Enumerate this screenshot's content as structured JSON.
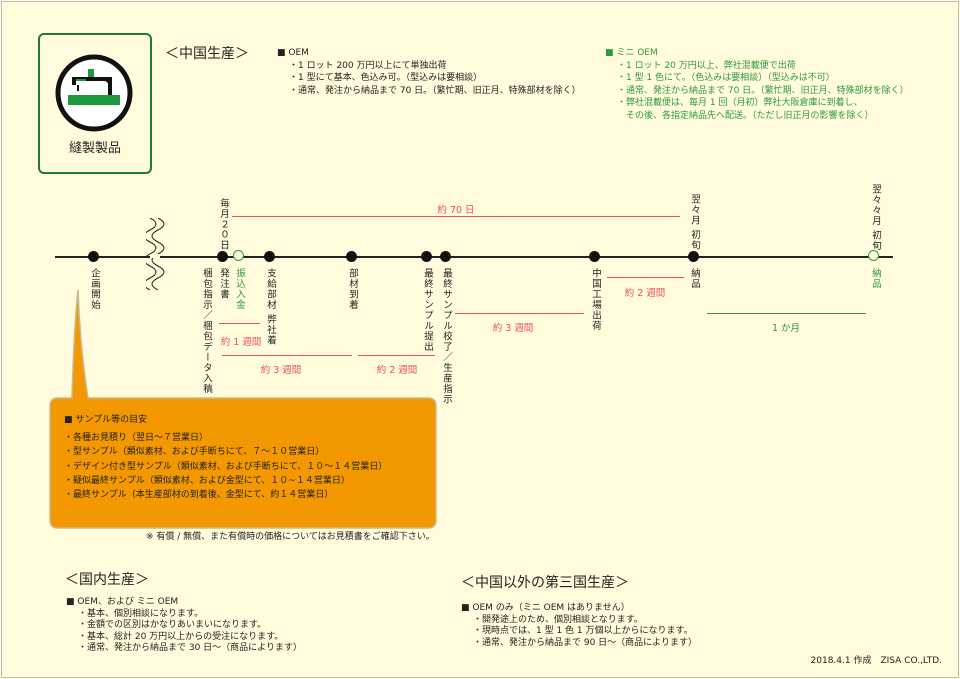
{
  "logo": {
    "label": "縫製製品"
  },
  "china": {
    "heading": "＜中国生産＞",
    "oem": {
      "title": "■ OEM",
      "items": [
        "・1 ロット 200 万円以上にて単独出荷",
        "・1 型にて基本、色込み可。（型込みは要相談）",
        "・通常、発注から納品まで 70 日。（繁忙期、旧正月、特殊部材を除く）"
      ]
    },
    "mini_oem": {
      "title": "■ ミニ OEM",
      "items": [
        "・1 ロット 20 万円以上、弊社混載便で出荷",
        "・1 型 1 色にて。（色込みは要相談）（型込みは不可）",
        "・通常、発注から納品まで 70 日。（繁忙期、旧正月、特殊部材を除く）",
        "・弊社混載便は、毎月 1 回（月初）弊社大阪倉庫に到着し、",
        "　その後、各指定納品先へ配送。（ただし旧正月の影響を除く）"
      ]
    }
  },
  "timeline": {
    "above": {
      "monthly20": "毎月２０日",
      "next2": "翌々月 初旬",
      "next3": "翌々々月 初旬"
    },
    "milestones": {
      "plan": "企画開始",
      "packing": "梱包指示／梱包データ入稿",
      "order": "発注書",
      "payment": "振込入金",
      "supply": "支給部材 弊社着",
      "parts": "部材到着",
      "final_submit": "最終サンプル提出",
      "final_ok": "最終サンプル校了／生産指示",
      "factory": "中国工場出荷",
      "delivery": "納品",
      "delivery_mini": "納品"
    },
    "spans": {
      "d70": "約 70 日",
      "w1": "約 1 週間",
      "w3a": "約 3 週間",
      "w2a": "約 2 週間",
      "w3b": "約 3 週間",
      "w2b": "約 2 週間",
      "m1": "1 か月"
    }
  },
  "sample": {
    "title": "■ サンプル等の目安",
    "items": [
      "・各種お見積り（翌日〜７営業日）",
      "・型サンプル（類似素材、および手断ちにて、７〜１０営業日）",
      "・デザイン付き型サンプル（類似素材、および手断ちにて、１０〜１４営業日）",
      "・疑似最終サンプル（類似素材、および金型にて、１０~１４営業日）",
      "・最終サンプル（本生産部材の到着後、金型にて、約１４営業日）"
    ],
    "note": "※ 有償 / 無償、また有償時の価格についてはお見積書をご確認下さい。"
  },
  "domestic": {
    "heading": "＜国内生産＞",
    "title": "■ OEM、および ミニ OEM",
    "items": [
      "・基本、個別相談になります。",
      "・金額での区別はかなりあいまいになります。",
      "・基本、総計 20 万円以上からの受注になります。",
      "・通常、発注から納品まで 30 日〜（商品によります）"
    ]
  },
  "third": {
    "heading": "＜中国以外の第三国生産＞",
    "title": "■ OEM のみ（ミニ OEM はありません）",
    "items": [
      "・開発途上のため、個別相談となります。",
      "・現時点では、1 型 1 色 1 万個以上からになります。",
      "・通常、発注から納品まで 90 日〜（商品によります）"
    ]
  },
  "footer": "2018.4.1 作成　ZISA CO.,LTD.",
  "colors": {
    "green": "#2a9a3a",
    "red": "#e8505a",
    "orange": "#f39800",
    "bg": "#fffbdc"
  }
}
